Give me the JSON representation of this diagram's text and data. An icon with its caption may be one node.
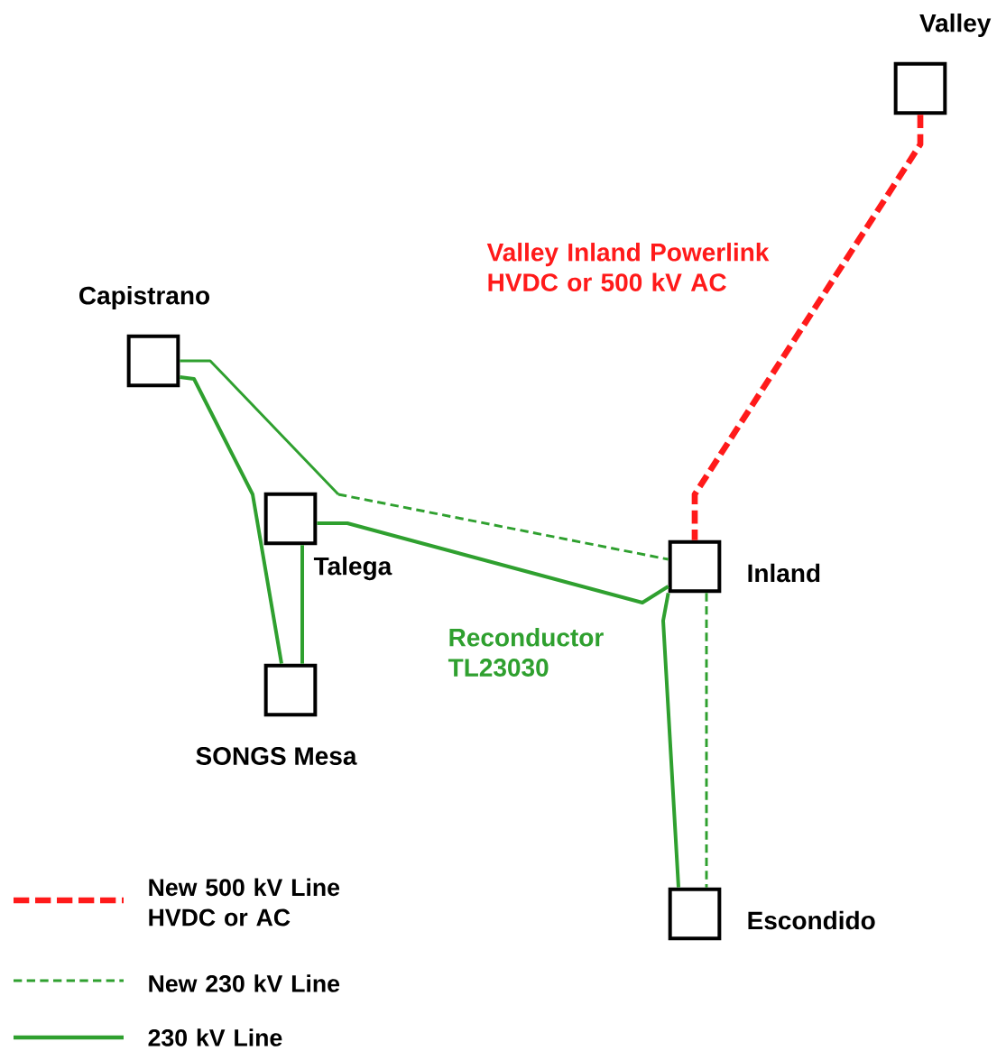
{
  "diagram": {
    "nodes": [
      {
        "text": [
          "Valley"
        ]
      },
      {
        "text": [
          "Capistrano"
        ]
      },
      {
        "text": [
          "Talega"
        ]
      },
      {
        "text": [
          "Inland"
        ]
      },
      {
        "text": [
          "SONGS Mesa"
        ]
      },
      {
        "text": [
          "Escondido"
        ]
      }
    ],
    "edges": [
      {
        "from": 0,
        "to": 3,
        "arrow": "none",
        "style": "dashed",
        "color": "#ff1a1a",
        "label": "Valley Inland Powerlink HVDC or 500 kV AC"
      },
      {
        "from": 1,
        "to": 3,
        "arrow": "none",
        "style": "dashed"
      },
      {
        "from": 1,
        "to": 4,
        "arrow": "none"
      },
      {
        "from": 2,
        "to": 3,
        "arrow": "none",
        "label": "Reconductor TL23030"
      },
      {
        "from": 2,
        "to": 4,
        "arrow": "none"
      },
      {
        "from": 3,
        "to": 5,
        "arrow": "none"
      },
      {
        "from": 3,
        "to": 5,
        "arrow": "none",
        "style": "dashed"
      }
    ],
    "legend": [
      {
        "text": "New 500 kV Line HVDC or AC"
      },
      {
        "text": "New 230 kV Line"
      },
      {
        "text": "230 kV Line"
      }
    ]
  }
}
